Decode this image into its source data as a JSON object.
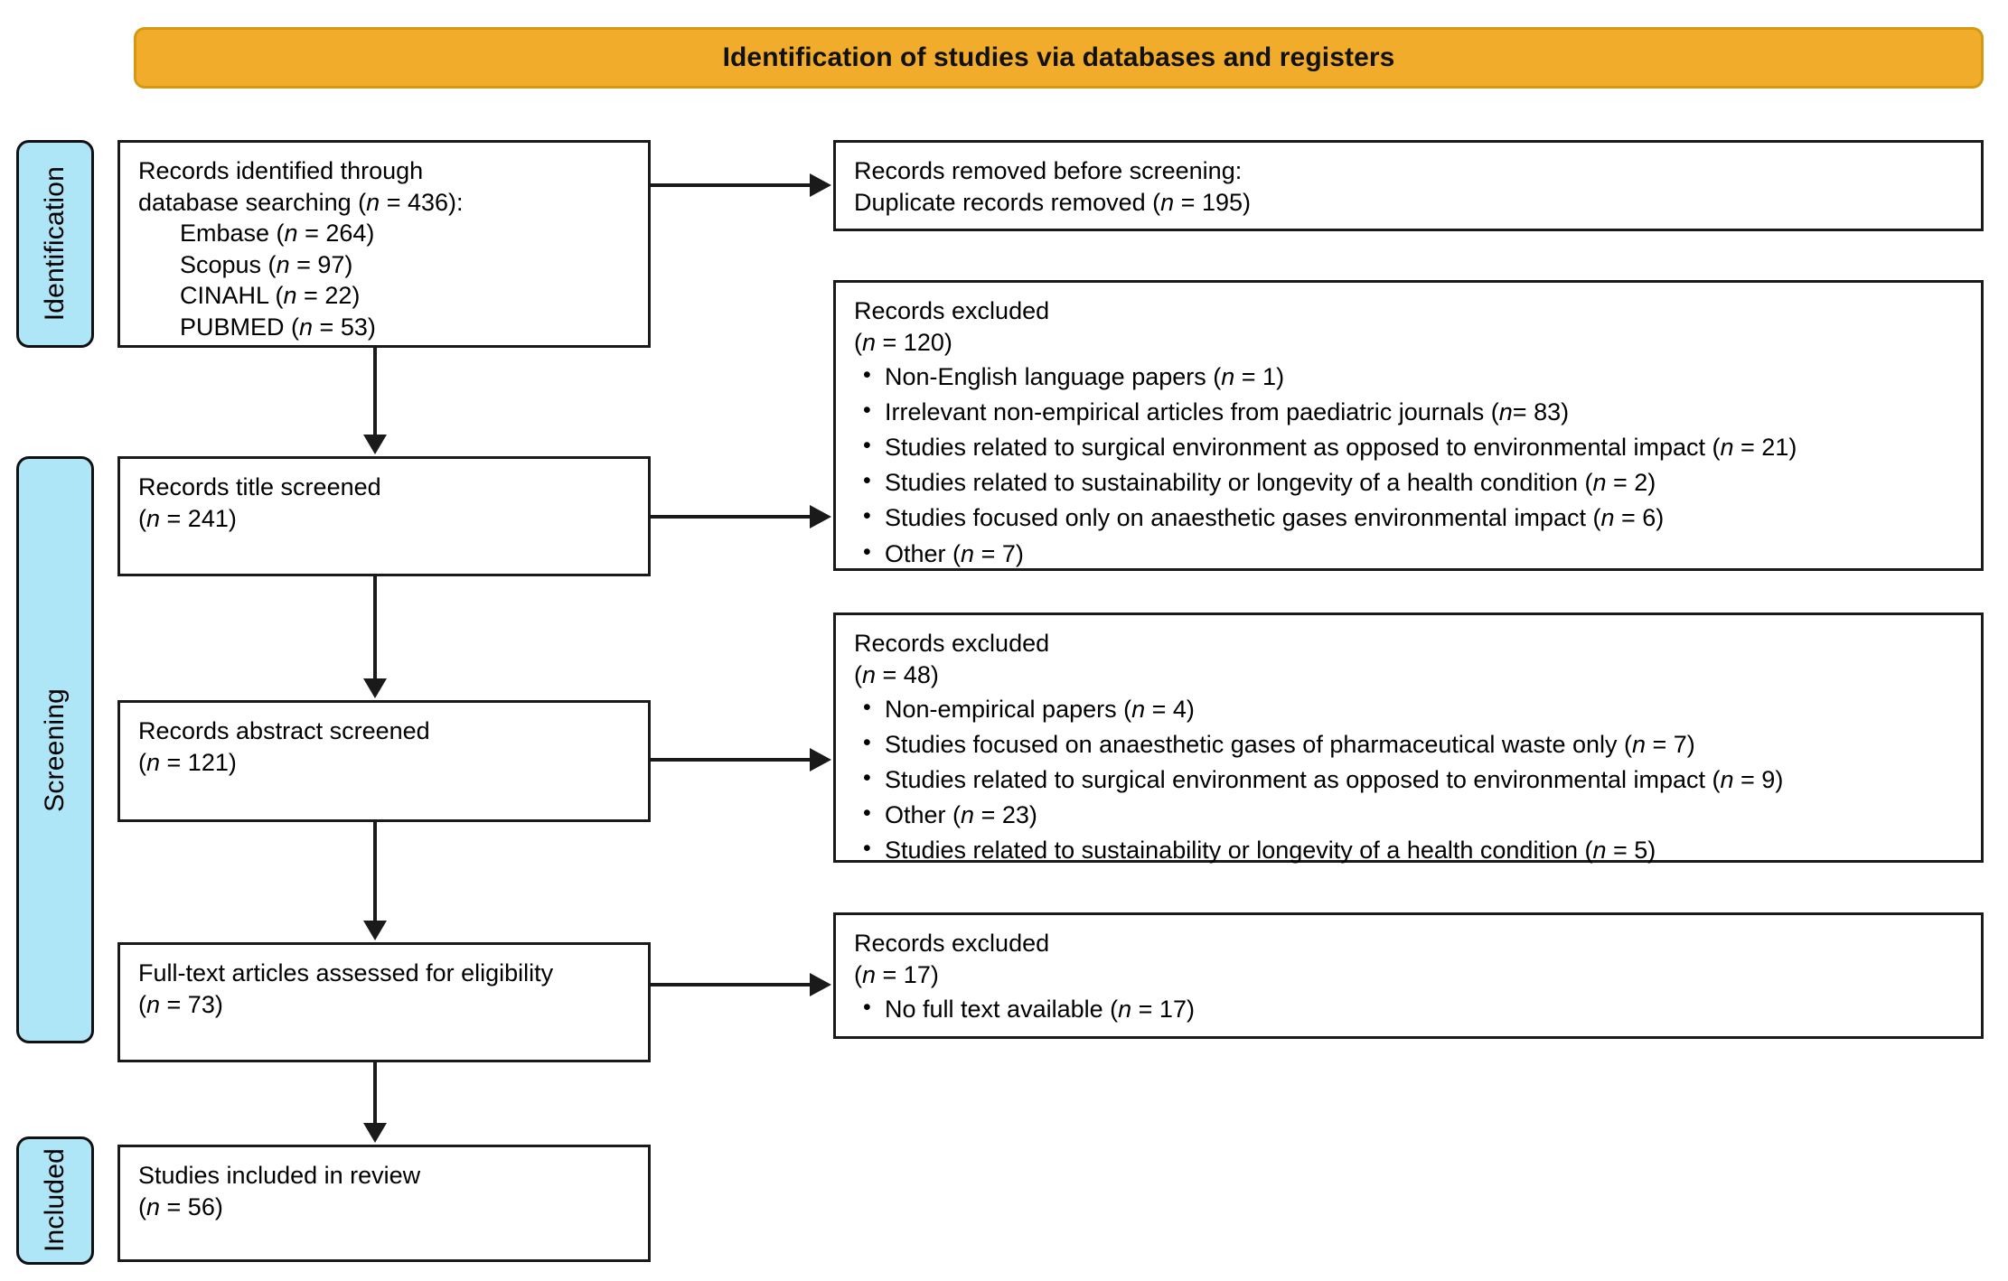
{
  "banner": {
    "title": "Identification of studies via databases and registers",
    "fill_color": "#F0AC2A",
    "border_color": "#D5990F"
  },
  "stages": [
    {
      "id": "identification",
      "label": "Identification",
      "fill_color": "#AEE6F7"
    },
    {
      "id": "screening",
      "label": "Screening",
      "fill_color": "#AEE6F7"
    },
    {
      "id": "included",
      "label": "Included",
      "fill_color": "#AEE6F7"
    }
  ],
  "flow": {
    "identified": {
      "line1": "Records identified through",
      "line2_pre": "database searching (",
      "line2_n": "n",
      "line2_post": " = 436):",
      "sources": [
        {
          "name": "Embase (",
          "n": "n",
          "value": " = 264)"
        },
        {
          "name": "Scopus (",
          "n": "n",
          "value": " = 97)"
        },
        {
          "name": "CINAHL (",
          "n": "n",
          "value": " = 22)"
        },
        {
          "name": "PUBMED (",
          "n": "n",
          "value": " = 53)"
        }
      ]
    },
    "removed": {
      "line1": "Records removed before screening:",
      "line2_pre": "Duplicate records removed (",
      "line2_n": "n",
      "line2_post": " = 195)"
    },
    "title_screened": {
      "line1": "Records title screened",
      "count_pre": "(",
      "count_n": "n",
      "count_post": " = 241)"
    },
    "excluded_title": {
      "heading": "Records excluded",
      "count_pre": "(",
      "count_n": "n",
      "count_post": " = 120)",
      "items": [
        {
          "text_pre": "Non-English language papers (",
          "n": "n",
          "text_post": " = 1)"
        },
        {
          "text_pre": "Irrelevant non-empirical articles from paediatric journals (",
          "n": "n",
          "text_post": "= 83)"
        },
        {
          "text_pre": "Studies related to surgical environment as opposed to environmental impact (",
          "n": "n",
          "text_post": " = 21)"
        },
        {
          "text_pre": "Studies related to sustainability or longevity of a health condition (",
          "n": "n",
          "text_post": " = 2)"
        },
        {
          "text_pre": "Studies focused only on anaesthetic gases environmental impact (",
          "n": "n",
          "text_post": " = 6)"
        },
        {
          "text_pre": "Other (",
          "n": "n",
          "text_post": " = 7)"
        }
      ]
    },
    "abstract_screened": {
      "line1": "Records abstract screened",
      "count_pre": "(",
      "count_n": "n",
      "count_post": " = 121)"
    },
    "excluded_abstract": {
      "heading": "Records excluded",
      "count_pre": "(",
      "count_n": "n",
      "count_post": " = 48)",
      "items": [
        {
          "text_pre": "Non-empirical papers (",
          "n": "n",
          "text_post": " = 4)"
        },
        {
          "text_pre": "Studies focused on anaesthetic gases of pharmaceutical waste only (",
          "n": "n",
          "text_post": " = 7)"
        },
        {
          "text_pre": "Studies related to surgical environment as opposed to environmental impact (",
          "n": "n",
          "text_post": " = 9)"
        },
        {
          "text_pre": "Other (",
          "n": "n",
          "text_post": " = 23)"
        },
        {
          "text_pre": "Studies related to sustainability or longevity of a health condition (",
          "n": "n",
          "text_post": " = 5)"
        }
      ]
    },
    "fulltext": {
      "line1": "Full-text articles assessed for eligibility",
      "count_pre": "(",
      "count_n": "n",
      "count_post": " = 73)"
    },
    "excluded_fulltext": {
      "heading": "Records excluded",
      "count_pre": "(",
      "count_n": "n",
      "count_post": " = 17)",
      "items": [
        {
          "text_pre": "No full text available (",
          "n": "n",
          "text_post": " = 17)"
        }
      ]
    },
    "included": {
      "line1": "Studies included in review",
      "count_pre": "(",
      "count_n": "n",
      "count_post": " = 56)"
    }
  }
}
